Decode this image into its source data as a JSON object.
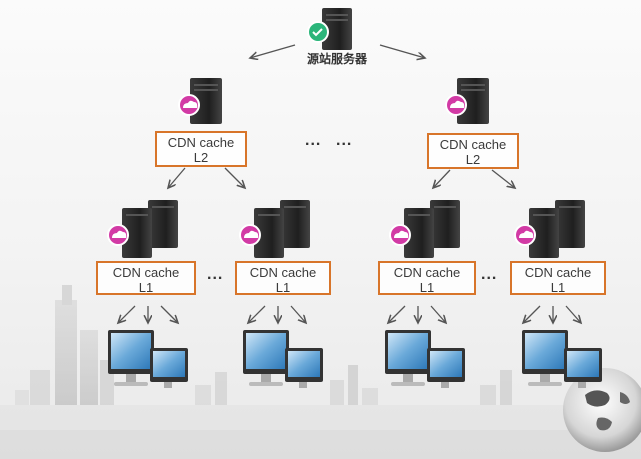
{
  "origin": {
    "label": "源站服务器"
  },
  "l2_nodes": [
    {
      "name": "CDN cache",
      "level": "L2"
    },
    {
      "name": "CDN cache",
      "level": "L2"
    }
  ],
  "l1_nodes": [
    {
      "name": "CDN cache",
      "level": "L1"
    },
    {
      "name": "CDN cache",
      "level": "L1"
    },
    {
      "name": "CDN cache",
      "level": "L1"
    },
    {
      "name": "CDN cache",
      "level": "L1"
    }
  ],
  "ellipsis": "...",
  "colors": {
    "box_border": "#d8752a",
    "server_body": "#2b2b2b",
    "badge_cdn": "#d23aa5",
    "badge_origin": "#2bb57a",
    "arrow": "#555555"
  },
  "icons": {
    "origin": "server-check-icon",
    "cache": "server-cloud-icon",
    "client": "desktop-monitors-icon",
    "globe": "globe-icon"
  }
}
